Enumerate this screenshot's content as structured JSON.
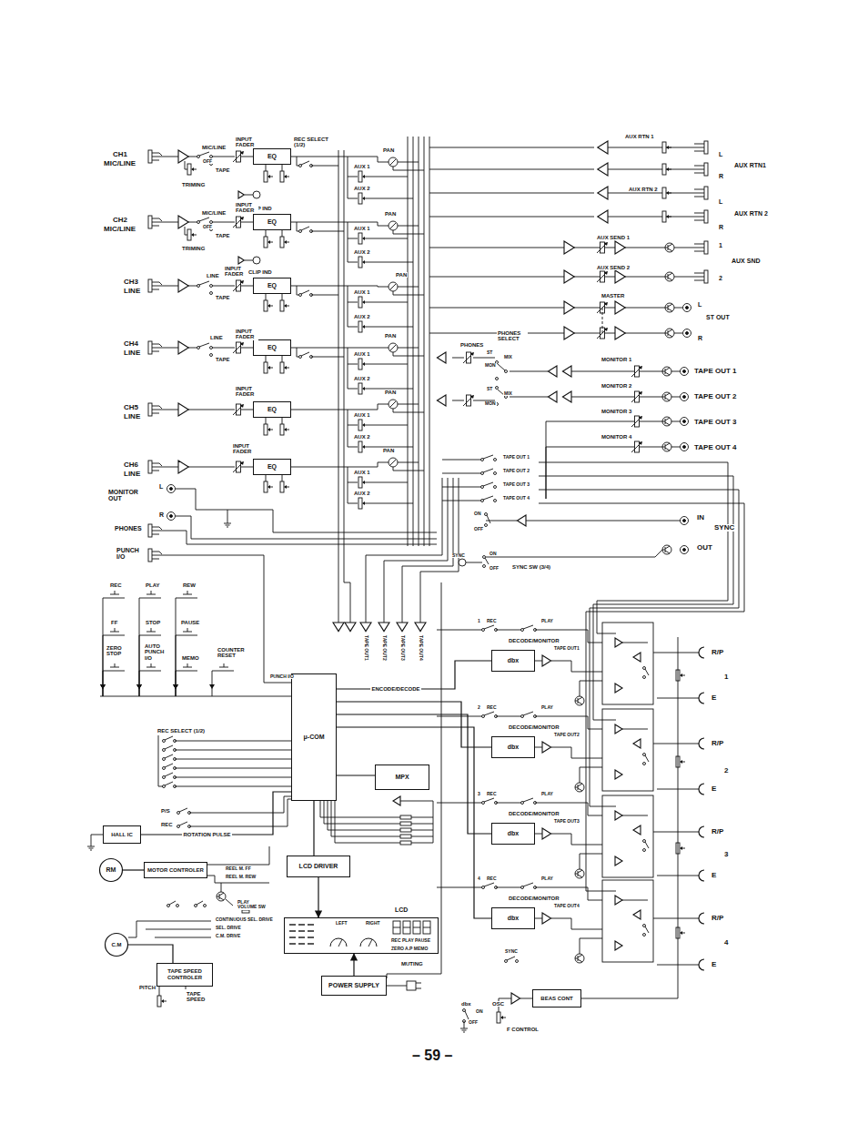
{
  "diagram": {
    "nodes": [
      {
        "text": [
          "EQ"
        ]
      },
      {
        "text": [
          "EQ"
        ]
      },
      {
        "text": [
          "EQ"
        ]
      },
      {
        "text": [
          "EQ"
        ]
      },
      {
        "text": [
          "EQ"
        ]
      },
      {
        "text": [
          "EQ"
        ]
      },
      {
        "text": [
          "μ-COM"
        ]
      },
      {
        "text": [
          "MPX"
        ]
      },
      {
        "text": [
          "LCD DRIVER"
        ]
      },
      {
        "text": [
          "LCD",
          "LEFT",
          "RIGHT",
          "REC PLAY PAUSE",
          "ZERO A.P MEMO"
        ]
      },
      {
        "text": [
          "POWER SUPPLY"
        ]
      },
      {
        "text": [
          "HALL IC"
        ]
      },
      {
        "text": [
          "RM"
        ]
      },
      {
        "text": [
          "MOTOR CONTROLER"
        ]
      },
      {
        "text": [
          "C.M"
        ]
      },
      {
        "text": [
          "TAPE SPEED CONTROLER"
        ]
      },
      {
        "text": [
          "dbx"
        ]
      },
      {
        "text": [
          "dbx"
        ]
      },
      {
        "text": [
          "dbx"
        ]
      },
      {
        "text": [
          "dbx"
        ]
      },
      {
        "text": [
          "BEAS CONT"
        ]
      }
    ],
    "edges": [
      {
        "from": 6,
        "to": 8,
        "arrow": "none"
      },
      {
        "from": 8,
        "to": 9,
        "arrow": "to"
      },
      {
        "from": 10,
        "to": 9,
        "arrow": "to"
      },
      {
        "from": 6,
        "to": 7,
        "arrow": "none"
      },
      {
        "from": 11,
        "to": 6,
        "label": "ROTATION PULSE",
        "arrow": "none"
      },
      {
        "from": 13,
        "to": 12,
        "arrow": "none"
      },
      {
        "from": 15,
        "to": 14,
        "arrow": "none"
      },
      {
        "from": 6,
        "to": 16,
        "label": "ENCODE/DECODE",
        "arrow": "none"
      },
      {
        "from": 6,
        "to": 17,
        "arrow": "none"
      },
      {
        "from": 6,
        "to": 18,
        "arrow": "none"
      },
      {
        "from": 6,
        "to": 19,
        "arrow": "none"
      }
    ],
    "labels": [
      "CH1",
      "MIC/LINE",
      "TRIMING",
      "MIC/LINE",
      "INPUT FADER",
      "OFF",
      "TAPE",
      "CLIP IND",
      "CH2",
      "MIC/LINE",
      "TRIMING",
      "MIC/LINE",
      "INPUT FADER",
      "OFF",
      "TAPE",
      "CLIP IND",
      "CH3",
      "LINE",
      "LINE",
      "INPUT FADER",
      "TAPE",
      "CH4",
      "LINE",
      "LINE",
      "INPUT FADER",
      "TAPE",
      "CH5",
      "LINE",
      "INPUT FADER",
      "CH6",
      "LINE",
      "INPUT FADER",
      "MONITOR OUT",
      "L",
      "R",
      "PHONES",
      "PUNCH I/O",
      "REC SELECT (1/2)",
      "AUX 1",
      "AUX 2",
      "AUX 1",
      "AUX 2",
      "AUX 1",
      "AUX 2",
      "AUX 1",
      "AUX 2",
      "AUX 1",
      "AUX 2",
      "AUX 1",
      "AUX 2",
      "PAN",
      "PAN",
      "PAN",
      "PAN",
      "PAN",
      "PAN",
      "AUX RTN 1",
      "AUX RTN 2",
      "L",
      "AUX RTN1",
      "R",
      "L",
      "AUX RTN 2",
      "R",
      "AUX SEND 1",
      "AUX SEND 2",
      "1",
      "AUX SND",
      "2",
      "MASTER",
      "L",
      "ST OUT",
      "R",
      "PHONES",
      "PHONES SELECT",
      "ST",
      "MIX",
      "MON",
      "ST",
      "MIX",
      "MON",
      "MONITOR 1",
      "MONITOR 2",
      "MONITOR 3",
      "MONITOR 4",
      "TAPE OUT 1",
      "TAPE OUT 2",
      "TAPE OUT 3",
      "TAPE OUT 4",
      "TAPE OUT 1",
      "TAPE OUT 2",
      "TAPE OUT 3",
      "TAPE OUT 4",
      "ON",
      "OFF",
      "IN",
      "SYNC",
      "OUT",
      "SYNC",
      "ON",
      "OFF",
      "SYNC SW (3/4)",
      "REC",
      "PLAY",
      "REW",
      "FF",
      "STOP",
      "PAUSE",
      "ZERO STOP",
      "AUTO PUNCH I/O",
      "MEMO",
      "COUNTER RESET",
      "PUNCH I/O",
      "REC SELECT (1/2)",
      "P/S",
      "REC",
      "REEL M. FF",
      "REEL M. REW",
      "PLAY VOLUME SW",
      "CONTINUOUS SEL. DRIVE",
      "SEL. DRIVE",
      "C.M. DRIVE",
      "PITCH",
      "TAPE SPEED",
      "MUTING",
      "dbx",
      "ON",
      "OFF",
      "OSC",
      "F CONTROL",
      "1",
      "REC",
      "PLAY",
      "DECODE/MONITOR",
      "TAPE OUT1",
      "2",
      "REC",
      "PLAY",
      "DECODE/MONITOR",
      "TAPE OUT2",
      "3",
      "REC",
      "PLAY",
      "DECODE/MONITOR",
      "TAPE OUT3",
      "4",
      "REC",
      "PLAY",
      "DECODE/MONITOR",
      "TAPE OUT4",
      "SYNC",
      "R/P",
      "1",
      "E",
      "R/P",
      "2",
      "E",
      "R/P",
      "3",
      "E",
      "R/P",
      "4",
      "E",
      "TAPE OUT1",
      "TAPE OUT2",
      "TAPE OUT3",
      "TAPE OUT4",
      "– 59 –"
    ]
  }
}
